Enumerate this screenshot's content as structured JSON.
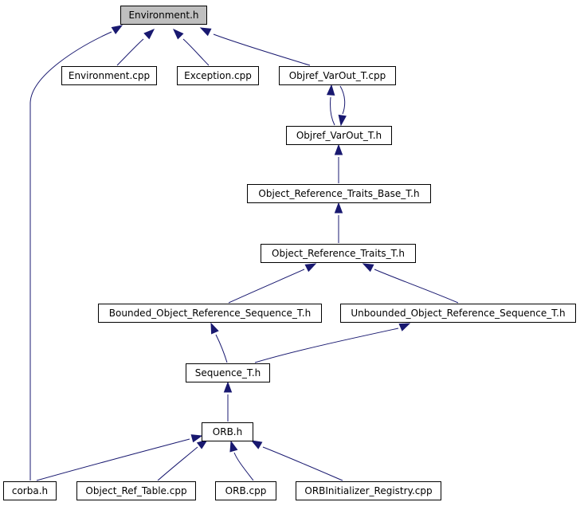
{
  "diagram": {
    "edge_color": "#191970",
    "root_fill": "#bfbfbf",
    "nodes": [
      {
        "id": "environment_h",
        "label": "Environment.h"
      },
      {
        "id": "environment_cpp",
        "label": "Environment.cpp"
      },
      {
        "id": "exception_cpp",
        "label": "Exception.cpp"
      },
      {
        "id": "objref_varout_cpp",
        "label": "Objref_VarOut_T.cpp"
      },
      {
        "id": "objref_varout_h",
        "label": "Objref_VarOut_T.h"
      },
      {
        "id": "orts_base",
        "label": "Object_Reference_Traits_Base_T.h"
      },
      {
        "id": "orts",
        "label": "Object_Reference_Traits_T.h"
      },
      {
        "id": "bounded",
        "label": "Bounded_Object_Reference_Sequence_T.h"
      },
      {
        "id": "unbounded",
        "label": "Unbounded_Object_Reference_Sequence_T.h"
      },
      {
        "id": "sequence",
        "label": "Sequence_T.h"
      },
      {
        "id": "orb_h",
        "label": "ORB.h"
      },
      {
        "id": "corba_h",
        "label": "corba.h"
      },
      {
        "id": "object_ref_table",
        "label": "Object_Ref_Table.cpp"
      },
      {
        "id": "orb_cpp",
        "label": "ORB.cpp"
      },
      {
        "id": "orbinitializer",
        "label": "ORBInitializer_Registry.cpp"
      }
    ],
    "edges": [
      {
        "from": "environment_cpp",
        "to": "environment_h"
      },
      {
        "from": "exception_cpp",
        "to": "environment_h"
      },
      {
        "from": "objref_varout_cpp",
        "to": "environment_h"
      },
      {
        "from": "corba_h",
        "to": "environment_h"
      },
      {
        "from": "objref_varout_h",
        "to": "objref_varout_cpp"
      },
      {
        "from": "objref_varout_cpp",
        "to": "objref_varout_h"
      },
      {
        "from": "orts_base",
        "to": "objref_varout_h"
      },
      {
        "from": "orts",
        "to": "orts_base"
      },
      {
        "from": "bounded",
        "to": "orts"
      },
      {
        "from": "unbounded",
        "to": "orts"
      },
      {
        "from": "sequence",
        "to": "bounded"
      },
      {
        "from": "sequence",
        "to": "unbounded"
      },
      {
        "from": "orb_h",
        "to": "sequence"
      },
      {
        "from": "corba_h",
        "to": "orb_h"
      },
      {
        "from": "object_ref_table",
        "to": "orb_h"
      },
      {
        "from": "orb_cpp",
        "to": "orb_h"
      },
      {
        "from": "orbinitializer",
        "to": "orb_h"
      }
    ]
  }
}
